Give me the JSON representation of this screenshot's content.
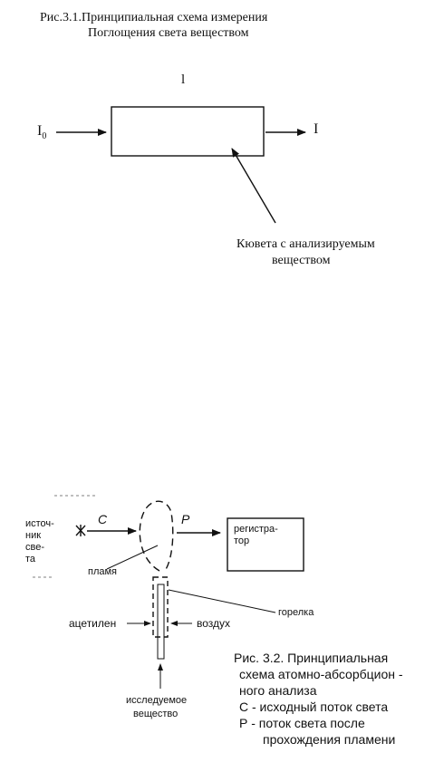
{
  "fig1": {
    "caption_line1": "Рис.3.1.Принципиальная схема измерения",
    "caption_line2": "Поглощения света веществом",
    "label_l": "l",
    "label_i0_main": "I",
    "label_i0_sub": "0",
    "label_i": "I",
    "cuvette_line1": "Кювета с анализируемым",
    "cuvette_line2": "веществом"
  },
  "fig2": {
    "source_lines": [
      "источ-",
      "ник",
      "све-",
      "та"
    ],
    "label_c": "C",
    "label_p": "P",
    "flame": "пламя",
    "registrator_lines": [
      "регистра-",
      "тор"
    ],
    "burner": "горелка",
    "acetylene": "ацетилен",
    "air": "воздух",
    "sample_line1": "исследуемое",
    "sample_line2": "вещество",
    "caption_lines": [
      "Рис. 3.2. Принципиальная",
      "схема атомно-абсорбцион -",
      "ного анализа",
      "С - исходный поток света",
      "Р - поток  света после",
      "прохождения пламени"
    ]
  }
}
